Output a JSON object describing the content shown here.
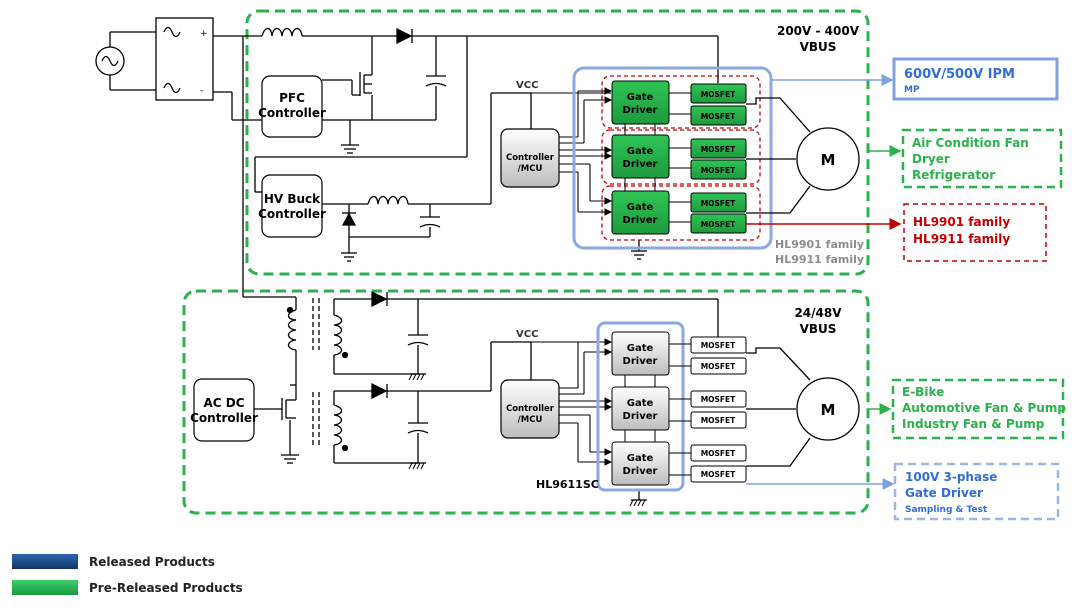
{
  "top_bus": {
    "line1": "200V - 400V",
    "line2": "VBUS"
  },
  "bottom_bus": {
    "line1": "24/48V",
    "line2": "VBUS"
  },
  "controllers": {
    "pfc": [
      "PFC",
      "Controller"
    ],
    "hvbuck": [
      "HV Buck",
      "Controller"
    ],
    "acdc": [
      "AC DC",
      "Controller"
    ],
    "mcu": [
      "Controller",
      "/MCU"
    ]
  },
  "vcc": "VCC",
  "gate_driver": [
    "Gate",
    "Driver"
  ],
  "mosfet": "MOSFET",
  "motor": "M",
  "top_family_label": [
    "HL9901 family",
    "HL9911 family"
  ],
  "bottom_chip_label": "HL9611SC",
  "callouts": {
    "ipm": {
      "title": "600V/500V IPM",
      "sub": "MP"
    },
    "top_apps": [
      "Air Condition Fan",
      "Dryer",
      "Refrigerator"
    ],
    "families": [
      "HL9901 family",
      "HL9911 family"
    ],
    "bottom_apps": [
      "E-Bike",
      "Automotive Fan & Pump",
      "Industry Fan & Pump"
    ],
    "gate3": {
      "title": [
        "100V 3-phase",
        "Gate Driver"
      ],
      "sub": "Sampling & Test"
    }
  },
  "legend": [
    {
      "label": "Released Products",
      "color": "#1f4e8c"
    },
    {
      "label": "Pre-Released Products",
      "color": "#2bb24c"
    }
  ],
  "colors": {
    "green": "#2bb24c",
    "blue": "#8aa9de",
    "red": "#c00000",
    "dark_blue": "#1f4e8c",
    "text_blue": "#2f6fd6"
  }
}
